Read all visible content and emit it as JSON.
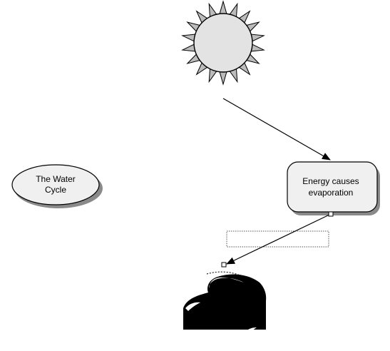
{
  "nodes": {
    "water_cycle": {
      "line1": "The Water",
      "line2": "Cycle"
    },
    "evaporation": {
      "line1": "Energy causes",
      "line2": "evaporation"
    }
  },
  "icons": {
    "sun": "sun-icon",
    "wave": "ocean-wave-icon"
  },
  "colors": {
    "node_fill": "#f0f0f0",
    "node_stroke": "#000000",
    "shadow": "#8a8a8a",
    "sun_ray": "#bcbcbc",
    "sun_disc": "#e3e3e3",
    "wave": "#000000"
  }
}
